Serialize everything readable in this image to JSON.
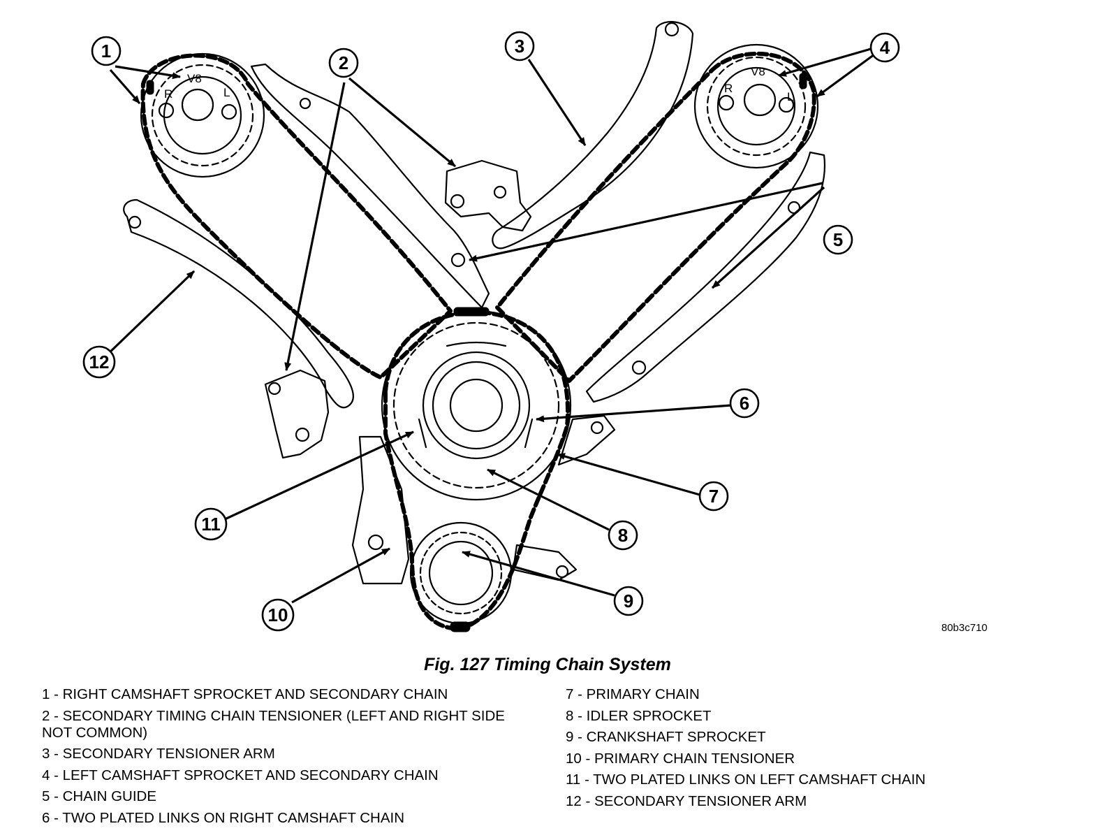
{
  "figure": {
    "caption": "Fig. 127 Timing Chain System",
    "code": "80b3c710"
  },
  "sprocket_markings": {
    "right_cam": {
      "v8": "V8",
      "r": "R",
      "l": "L"
    },
    "left_cam": {
      "v8": "V8",
      "r": "R",
      "l": "L"
    }
  },
  "callouts": [
    {
      "num": "1"
    },
    {
      "num": "2"
    },
    {
      "num": "3"
    },
    {
      "num": "4"
    },
    {
      "num": "5"
    },
    {
      "num": "6"
    },
    {
      "num": "7"
    },
    {
      "num": "8"
    },
    {
      "num": "9"
    },
    {
      "num": "10"
    },
    {
      "num": "11"
    },
    {
      "num": "12"
    }
  ],
  "legend": {
    "left": [
      "1 - RIGHT CAMSHAFT SPROCKET AND SECONDARY CHAIN",
      "2 - SECONDARY TIMING CHAIN TENSIONER (LEFT AND RIGHT SIDE NOT COMMON)",
      "3 - SECONDARY TENSIONER ARM",
      "4 - LEFT CAMSHAFT SPROCKET AND SECONDARY CHAIN",
      "5 - CHAIN GUIDE",
      "6 - TWO PLATED LINKS ON RIGHT CAMSHAFT CHAIN"
    ],
    "right": [
      "7 - PRIMARY CHAIN",
      "8 - IDLER SPROCKET",
      "9 - CRANKSHAFT SPROCKET",
      "10 - PRIMARY CHAIN TENSIONER",
      "11 - TWO PLATED LINKS ON LEFT CAMSHAFT CHAIN",
      "12 - SECONDARY TENSIONER ARM"
    ]
  }
}
